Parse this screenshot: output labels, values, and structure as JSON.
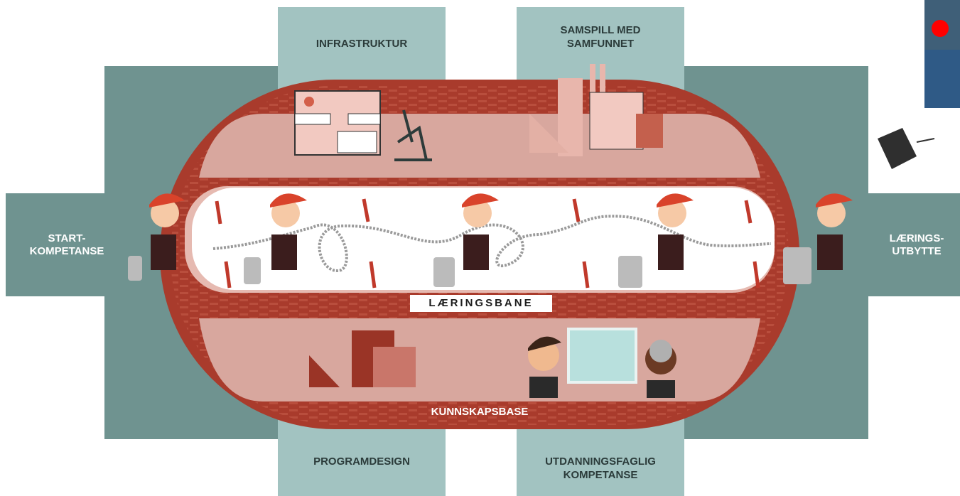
{
  "labels": {
    "start": "START-\nKOMPETANSE",
    "outcome": "LÆRINGS-\nUTBYTTE",
    "infrastructure": "INFRASTRUKTUR",
    "society": "SAMSPILL MED\nSAMFUNNET",
    "program_design": "PROGRAMDESIGN",
    "teaching": "UTDANNINGSFAGLIG\nKOMPETANSE",
    "track": "LÆRINGSBANE",
    "knowledge": "KUNNSKAPSBASE"
  },
  "colors": {
    "teal_dark": "#6f9390",
    "teal_light": "#a2c3c1",
    "track_red": "#a93b2c",
    "track_inner": "#d8a79e",
    "map_dot": "#ff0000"
  },
  "icons": [
    "building-icon",
    "microscope-icon",
    "factory-icon",
    "student-icon",
    "suitcase-icon",
    "graduation-cap-icon",
    "teacher-icon",
    "blackboard-icon",
    "blocks-icon"
  ]
}
